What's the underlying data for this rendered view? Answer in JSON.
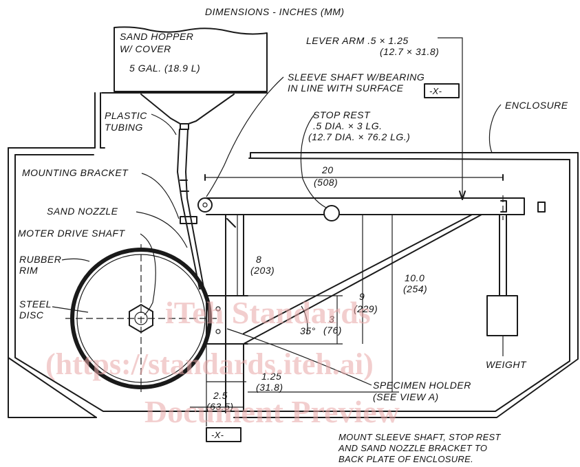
{
  "title": "DIMENSIONS - INCHES (MM)",
  "labels": {
    "sand_hopper": [
      "SAND HOPPER",
      "W/ COVER",
      "5 GAL. (18.9 L)"
    ],
    "lever_arm": [
      "LEVER ARM .5 × 1.25",
      "(12.7 × 31.8)"
    ],
    "sleeve_shaft": [
      "SLEEVE SHAFT W/BEARING",
      "IN LINE WITH SURFACE"
    ],
    "datum_x": "-X-",
    "plastic_tubing": [
      "PLASTIC",
      "TUBING"
    ],
    "stop_rest": [
      "STOP REST",
      ".5 DIA. × 3 LG.",
      "(12.7 DIA. × 76.2 LG.)"
    ],
    "enclosure": "ENCLOSURE",
    "mounting_bracket": "MOUNTING BRACKET",
    "sand_nozzle": "SAND NOZZLE",
    "motor_drive_shaft": "MOTER DRIVE SHAFT",
    "rubber_rim": [
      "RUBBER",
      "RIM"
    ],
    "steel_disc": [
      "STEEL",
      "DISC"
    ],
    "weight": "WEIGHT",
    "specimen_holder": [
      "SPECIMEN HOLDER",
      "(SEE VIEW A)"
    ],
    "note": [
      "MOUNT SLEEVE SHAFT, STOP REST",
      "AND SAND NOZZLE BRACKET TO",
      "BACK PLATE OF ENCLOSURE."
    ]
  },
  "dimensions": {
    "d20": [
      "20",
      "(508)"
    ],
    "d8": [
      "8",
      "(203)"
    ],
    "d9": [
      "9",
      "(229)"
    ],
    "d10": [
      "10.0",
      "(254)"
    ],
    "d3": [
      "3",
      "(76)"
    ],
    "angle": "35°",
    "d125": [
      "1.25",
      "(31.8)"
    ],
    "d25": [
      "2.5",
      "(63.5)"
    ]
  },
  "watermark": [
    "iTeh Standards",
    "(https://standards.iteh.ai)",
    "Document Preview"
  ]
}
